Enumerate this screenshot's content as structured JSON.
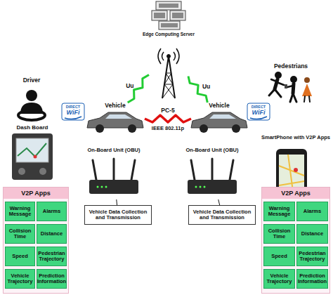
{
  "diagram": {
    "nodes": [
      {
        "text": [
          "Edge Computing Server"
        ]
      },
      {
        "text": [
          "Driver"
        ]
      },
      {
        "text": [
          "Vehicle"
        ]
      },
      {
        "text": [
          "Vehicle"
        ]
      },
      {
        "text": [
          "Pedestrians"
        ]
      },
      {
        "text": [
          "Dash Board"
        ]
      },
      {
        "text": [
          "On-Board Unit (OBU)"
        ]
      },
      {
        "text": [
          "On-Board Unit (OBU)"
        ]
      },
      {
        "text": [
          "Vehicle Data Collection and Transmission"
        ]
      },
      {
        "text": [
          "Vehicle Data Collection and Transmission"
        ]
      },
      {
        "text": [
          "SmartPhone with V2P Apps"
        ]
      },
      {
        "text": [
          "V2P Apps"
        ]
      },
      {
        "text": [
          "Warning Message"
        ],
        "in": 11
      },
      {
        "text": [
          "Alarms"
        ],
        "in": 11
      },
      {
        "text": [
          "Collision Time"
        ],
        "in": 11
      },
      {
        "text": [
          "Distance"
        ],
        "in": 11
      },
      {
        "text": [
          "Speed"
        ],
        "in": 11
      },
      {
        "text": [
          "Pedestrian Trajectory"
        ],
        "in": 11
      },
      {
        "text": [
          "Vehicle Trajectory"
        ],
        "in": 11
      },
      {
        "text": [
          "Prediction Information"
        ],
        "in": 11
      },
      {
        "text": [
          "V2P Apps"
        ]
      },
      {
        "text": [
          "Warning Message"
        ],
        "in": 20
      },
      {
        "text": [
          "Alarms"
        ],
        "in": 20
      },
      {
        "text": [
          "Collision Time"
        ],
        "in": 20
      },
      {
        "text": [
          "Distance"
        ],
        "in": 20
      },
      {
        "text": [
          "Speed"
        ],
        "in": 20
      },
      {
        "text": [
          "Pedestrian Trajectory"
        ],
        "in": 20
      },
      {
        "text": [
          "Vehicle Trajectory"
        ],
        "in": 20
      },
      {
        "text": [
          "Prediction Information"
        ],
        "in": 20
      }
    ],
    "edges": [
      {
        "from": 2,
        "to": 0,
        "label": "Uu",
        "arrow": "none"
      },
      {
        "from": 3,
        "to": 0,
        "label": "Uu",
        "arrow": "none"
      },
      {
        "from": 2,
        "to": 3,
        "label": "PC-5",
        "arrow": "none"
      },
      {
        "from": 6,
        "to": 8,
        "arrow": "none"
      },
      {
        "from": 7,
        "to": 9,
        "arrow": "none"
      }
    ],
    "labels": [
      "IEEE 802.11p",
      "DIRECT",
      "WiFi",
      "DIRECT",
      "WiFi"
    ]
  }
}
